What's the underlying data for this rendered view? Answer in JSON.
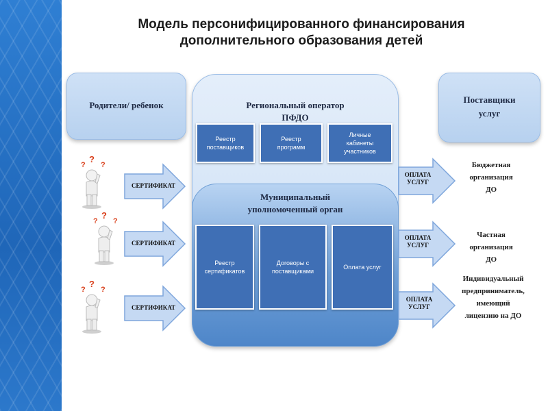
{
  "title": {
    "line1": "Модель персонифицированного финансирования",
    "line2": "дополнительного образования детей"
  },
  "parents_box": {
    "label": "Родители/ ребенок"
  },
  "regional_operator": {
    "line1": "Региональный оператор",
    "line2": "ПФДО",
    "boxes": [
      {
        "line1": "Реестр",
        "line2": "поставщиков"
      },
      {
        "line1": "Реестр",
        "line2": "программ"
      },
      {
        "line1": "Личные",
        "line2": "кабинеты",
        "line3": "участников"
      }
    ]
  },
  "municipal": {
    "line1": "Муниципальный",
    "line2": "уполномоченный орган",
    "boxes": [
      {
        "line1": "Реестр",
        "line2": "сертификатов"
      },
      {
        "line1": "Договоры с",
        "line2": "поставщиками"
      },
      {
        "line1": "Оплата услуг"
      }
    ]
  },
  "providers_box": {
    "line1": "Поставщики",
    "line2": "услуг"
  },
  "certificate_arrows": [
    {
      "label": "СЕРТИФИКАТ"
    },
    {
      "label": "СЕРТИФИКАТ"
    },
    {
      "label": "СЕРТИФИКАТ"
    }
  ],
  "payment_arrows": [
    {
      "line1": "ОПЛАТА",
      "line2": "УСЛУГ"
    },
    {
      "line1": "ОПЛАТА",
      "line2": "УСЛУГ"
    },
    {
      "line1": "ОПЛАТА",
      "line2": "УСЛУГ"
    }
  ],
  "providers": [
    {
      "line1": "Бюджетная",
      "line2": "организация",
      "line3": "ДО"
    },
    {
      "line1": "Частная",
      "line2": "организация",
      "line3": "ДО"
    },
    {
      "line1": "Индивидуальный",
      "line2": "предприниматель,",
      "line3": "имеющий",
      "line4": "лицензию на ДО"
    }
  ],
  "question_mark": "?",
  "colors": {
    "stripe": "#2f7fd3",
    "box_light": "#c7dcf4",
    "box_dark": "#3f6fb5",
    "arrow": "#a9c6ec",
    "question": "#d9401c"
  }
}
